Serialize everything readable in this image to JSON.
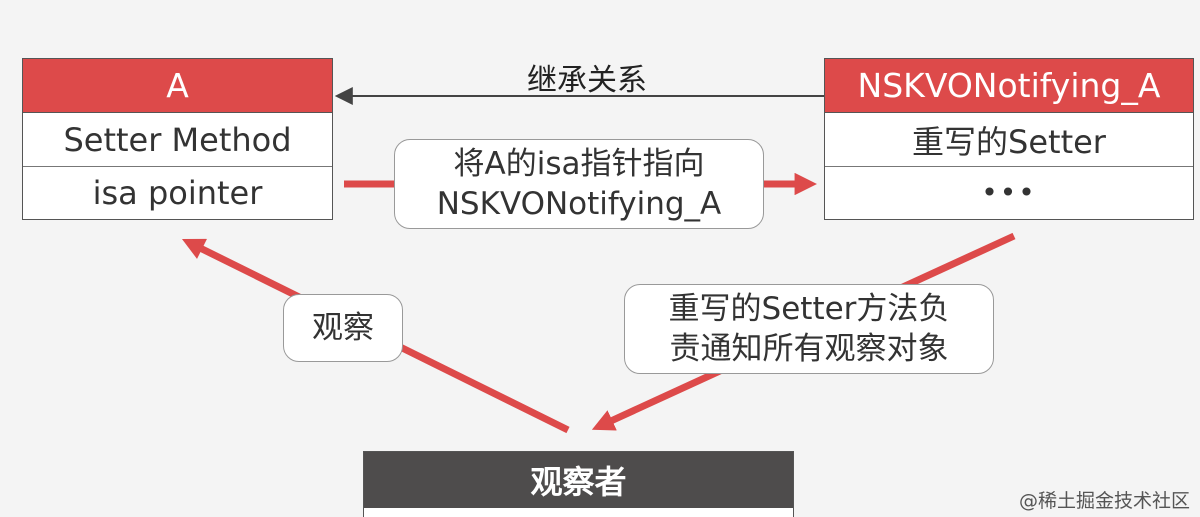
{
  "class_a": {
    "title": "A",
    "rows": [
      "Setter Method",
      "isa pointer"
    ]
  },
  "class_kvo": {
    "title": "NSKVONotifying_A",
    "rows": [
      "重写的Setter",
      "•••"
    ]
  },
  "inheritance_label": "继承关系",
  "isa_callout": {
    "lines": [
      "将A的isa指针指向",
      "NSKVONotifying_A"
    ]
  },
  "observe_callout": "观察",
  "notify_callout": {
    "lines": [
      "重写的Setter方法负",
      "责通知所有观察对象"
    ]
  },
  "observer": {
    "title": "观察者"
  },
  "watermark": "@稀土掘金技术社区",
  "colors": {
    "header_red": "#dd4a4a",
    "arrow_red": "#dd4a4a",
    "observer_header": "#4e4c4c",
    "inherit_arrow": "#444444"
  }
}
